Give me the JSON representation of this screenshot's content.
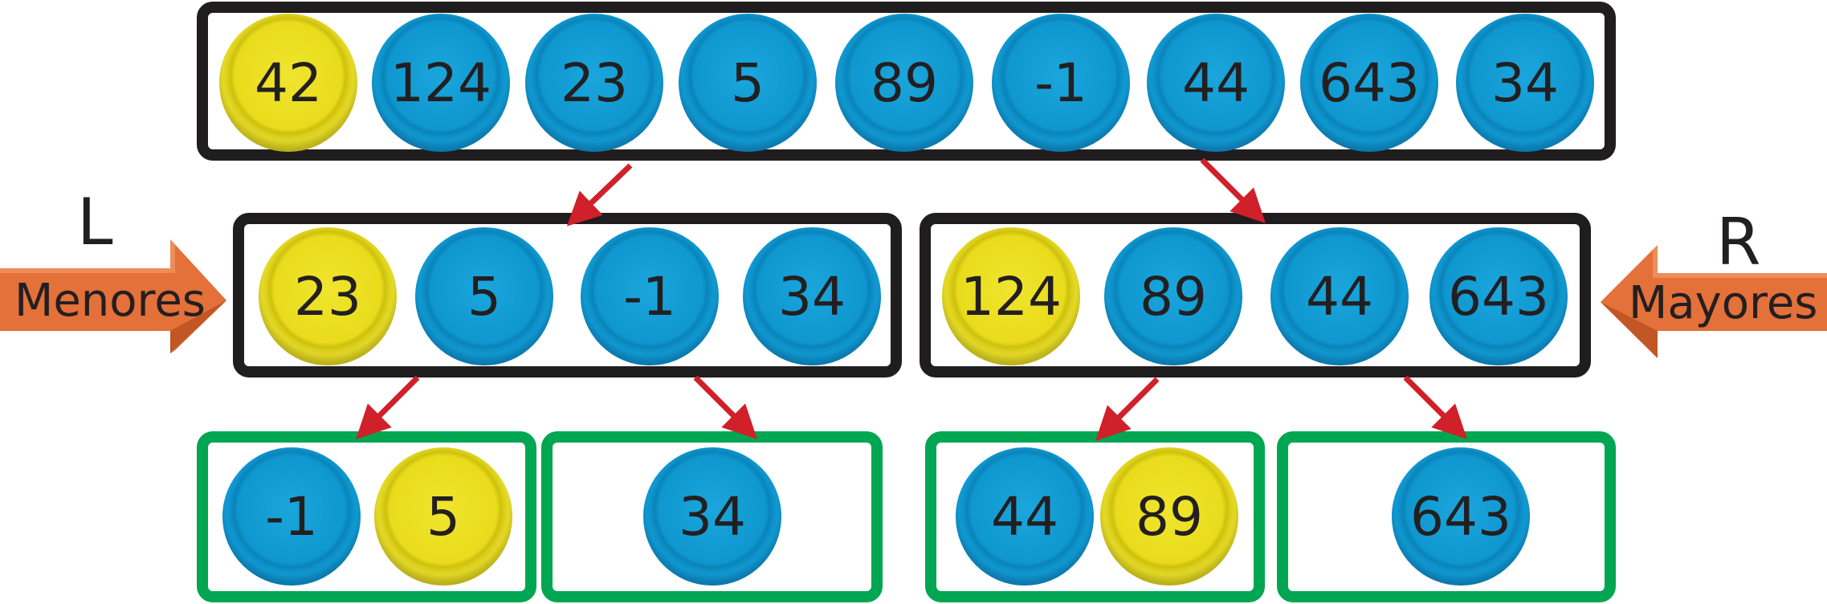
{
  "rows": [
    {
      "boxes": [
        {
          "border": "black",
          "balls": [
            {
              "value": "42",
              "color": "yellow"
            },
            {
              "value": "124",
              "color": "blue"
            },
            {
              "value": "23",
              "color": "blue"
            },
            {
              "value": "5",
              "color": "blue"
            },
            {
              "value": "89",
              "color": "blue"
            },
            {
              "value": "-1",
              "color": "blue"
            },
            {
              "value": "44",
              "color": "blue"
            },
            {
              "value": "643",
              "color": "blue"
            },
            {
              "value": "34",
              "color": "blue"
            }
          ]
        }
      ]
    },
    {
      "boxes": [
        {
          "border": "black",
          "balls": [
            {
              "value": "23",
              "color": "yellow"
            },
            {
              "value": "5",
              "color": "blue"
            },
            {
              "value": "-1",
              "color": "blue"
            },
            {
              "value": "34",
              "color": "blue"
            }
          ]
        },
        {
          "border": "black",
          "balls": [
            {
              "value": "124",
              "color": "yellow"
            },
            {
              "value": "89",
              "color": "blue"
            },
            {
              "value": "44",
              "color": "blue"
            },
            {
              "value": "643",
              "color": "blue"
            }
          ]
        }
      ]
    },
    {
      "boxes": [
        {
          "border": "green",
          "balls": [
            {
              "value": "-1",
              "color": "blue"
            },
            {
              "value": "5",
              "color": "yellow"
            }
          ]
        },
        {
          "border": "green",
          "balls": [
            {
              "value": "34",
              "color": "blue"
            }
          ]
        },
        {
          "border": "green",
          "balls": [
            {
              "value": "44",
              "color": "blue"
            },
            {
              "value": "89",
              "color": "yellow"
            }
          ]
        },
        {
          "border": "green",
          "balls": [
            {
              "value": "643",
              "color": "blue"
            }
          ]
        }
      ]
    }
  ],
  "left_side": {
    "letter": "L",
    "label": "Menores"
  },
  "right_side": {
    "letter": "R",
    "label": "Mayores"
  },
  "colors": {
    "pivot": "#e9dc1c",
    "ball": "#0f97cf",
    "box_border": "#1f1d1d",
    "leaf_border": "#00a651",
    "link_arrow": "#d0202a",
    "side_arrow": "#e4703a"
  }
}
